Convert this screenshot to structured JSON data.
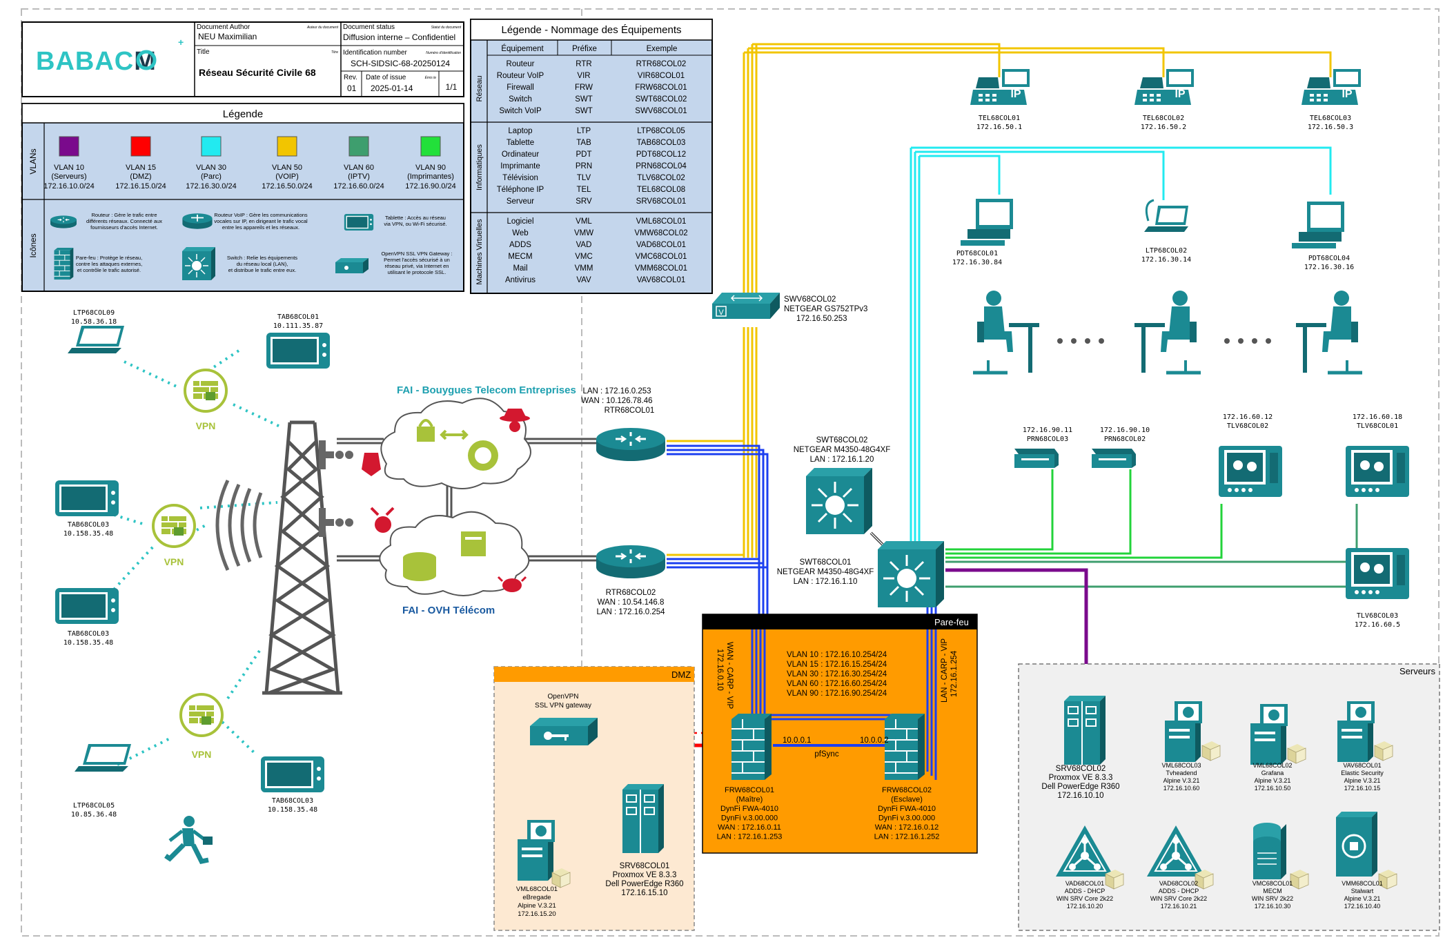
{
  "logo": {
    "text_a": "BABAC",
    "text_b": "M"
  },
  "doc": {
    "author_label": "Document Author",
    "author_label_fr": "Auteur du document",
    "author": "NEU Maximilian",
    "status_label": "Document status",
    "status_label_fr": "Statut du document",
    "status": "Diffusion interne – Confidentiel",
    "title_label": "Title",
    "title_label_fr": "Titre",
    "title": "Réseau Sécurité Civile 68",
    "id_label": "Identification number",
    "id_label_fr": "Numéro d'identification",
    "id": "SCH-SIDSIC-68-20250124",
    "rev_label": "Rev.",
    "rev": "01",
    "date_label": "Date of issue",
    "date_label_fr": "Émis le",
    "date": "2025-01-14",
    "sheet": "1/1"
  },
  "legend": {
    "title": "Légende",
    "vlans_label": "VLANs",
    "icons_label": "Icônes",
    "vlans": [
      {
        "l1": "VLAN 10",
        "l2": "(Serveurs)",
        "l3": "172.16.10.0/24",
        "color": "#7a0a8c"
      },
      {
        "l1": "VLAN 15",
        "l2": "(DMZ)",
        "l3": "172.16.15.0/24",
        "color": "#ff0000"
      },
      {
        "l1": "VLAN 30",
        "l2": "(Parc)",
        "l3": "172.16.30.0/24",
        "color": "#22eaf0"
      },
      {
        "l1": "VLAN 50",
        "l2": "(VOIP)",
        "l3": "172.16.50.0/24",
        "color": "#f2c500"
      },
      {
        "l1": "VLAN 60",
        "l2": "(IPTV)",
        "l3": "172.16.60.0/24",
        "color": "#3e9e6e"
      },
      {
        "l1": "VLAN 90",
        "l2": "(Imprimantes)",
        "l3": "172.16.90.0/24",
        "color": "#22e03a"
      }
    ],
    "icons": [
      {
        "lines": [
          "Routeur : Gère le trafic entre",
          "différents réseaux. Connecté aux",
          "fournisseurs d'accès Internet."
        ]
      },
      {
        "lines": [
          "Routeur VoIP : Gère les communications",
          "vocales sur IP, en dirigeant le trafic vocal",
          "entre les appareils et les réseaux."
        ]
      },
      {
        "lines": [
          "Tablette : Accès au réseau",
          "via VPN, ou Wi-Fi sécurisé."
        ]
      },
      {
        "lines": [
          "Pare-feu : Protège le réseau,",
          "contre les attaques externes,",
          "et contrôle le trafic autorisé."
        ]
      },
      {
        "lines": [
          "Switch : Relie les équipements",
          "du réseau local (LAN),",
          "et distribue le trafic entre eux."
        ]
      },
      {
        "lines": [
          "OpenVPN SSL VPN Gateway :",
          "Permet l'accès sécurisé à un",
          "réseau privé, via Internet en",
          "utilisant le protocole SSL."
        ]
      }
    ]
  },
  "naming": {
    "title": "Légende - Nommage des Équipements",
    "headers": [
      "Équipement",
      "Préfixe",
      "Exemple"
    ],
    "groups": [
      {
        "label": "Réseau",
        "rows": [
          [
            "Routeur",
            "RTR",
            "RTR68COL02"
          ],
          [
            "Routeur VoIP",
            "VIR",
            "VIR68COL01"
          ],
          [
            "Firewall",
            "FRW",
            "FRW68COL01"
          ],
          [
            "Switch",
            "SWT",
            "SWT68COL02"
          ],
          [
            "Switch VoIP",
            "SWT",
            "SWV68COL01"
          ]
        ]
      },
      {
        "label": "Informatiques",
        "rows": [
          [
            "Laptop",
            "LTP",
            "LTP68COL05"
          ],
          [
            "Tablette",
            "TAB",
            "TAB68COL03"
          ],
          [
            "Ordinateur",
            "PDT",
            "PDT68COL12"
          ],
          [
            "Imprimante",
            "PRN",
            "PRN68COL04"
          ],
          [
            "Télévision",
            "TLV",
            "TLV68COL02"
          ],
          [
            "Téléphone IP",
            "TEL",
            "TEL68COL08"
          ],
          [
            "Serveur",
            "SRV",
            "SRV68COL01"
          ]
        ]
      },
      {
        "label": "Machines Virtuelles",
        "rows": [
          [
            "Logiciel",
            "VML",
            "VML68COL01"
          ],
          [
            "Web",
            "VMW",
            "VMW68COL02"
          ],
          [
            "ADDS",
            "VAD",
            "VAD68COL01"
          ],
          [
            "MECM",
            "VMC",
            "VMC68COL01"
          ],
          [
            "Mail",
            "VMM",
            "VMM68COL01"
          ],
          [
            "Antivirus",
            "VAV",
            "VAV68COL01"
          ]
        ]
      }
    ]
  },
  "remote": {
    "vpn": "VPN",
    "ltp09": [
      "LTP68COL09",
      "10.58.36.18"
    ],
    "tab01": [
      "TAB68COL01",
      "10.111.35.87"
    ],
    "tab03a": [
      "TAB68COL03",
      "10.158.35.48"
    ],
    "tab03b": [
      "TAB68COL03",
      "10.158.35.48"
    ],
    "ltp05": [
      "LTP68COL05",
      "10.85.36.48"
    ],
    "tab03c": [
      "TAB68COL03",
      "10.158.35.48"
    ]
  },
  "isp": {
    "bouygues": "FAI - Bouygues Telecom Entreprises",
    "ovh": "FAI - OVH Télécom"
  },
  "routers": {
    "r1": [
      "LAN :  172.16.0.253",
      "WAN : 10.126.78.46",
      "RTR68COL01"
    ],
    "r2": [
      "RTR68COL02",
      "WAN : 10.54.146.8",
      "LAN : 172.16.0.254"
    ]
  },
  "switches": {
    "swv": [
      "SWV68COL02",
      "NETGEAR GS752TPv3",
      "172.16.50.253"
    ],
    "swt2": [
      "SWT68COL02",
      "NETGEAR M4350-48G4XF",
      "LAN : 172.16.1.20"
    ],
    "swt1": [
      "SWT68COL01",
      "NETGEAR M4350-48G4XF",
      "LAN : 172.16.1.10"
    ]
  },
  "phones": [
    [
      "TEL68COL01",
      "172.16.50.1"
    ],
    [
      "TEL68COL02",
      "172.16.50.2"
    ],
    [
      "TEL68COL03",
      "172.16.50.3"
    ]
  ],
  "ip_label": "IP",
  "pcs": [
    [
      "PDT68COL01",
      "172.16.30.84"
    ],
    [
      "LTP68COL02",
      "172.16.30.14"
    ],
    [
      "PDT68COL04",
      "172.16.30.16"
    ]
  ],
  "printers": [
    [
      "172.16.90.11",
      "PRN68COL03"
    ],
    [
      "172.16.90.10",
      "PRN68COL02"
    ]
  ],
  "tvs": {
    "tv2": [
      "172.16.60.12",
      "TLV68COL02"
    ],
    "tv1": [
      "172.16.60.18",
      "TLV68COL01"
    ],
    "tv3": [
      "TLV68COL03",
      "172.16.60.5"
    ]
  },
  "firewall": {
    "title": "Pare-feu",
    "vlans": [
      "VLAN 10 : 172.16.10.254/24",
      "VLAN 15 : 172.16.15.254/24",
      "VLAN 30 : 172.16.30.254/24",
      "VLAN 60 : 172.16.60.254/24",
      "VLAN 90 : 172.16.90.254/24"
    ],
    "wan_vip": [
      "WAN - CARP - VIP",
      "172.16.0.10"
    ],
    "lan_vip": [
      "LAN - CARP - VIP",
      "172.16.1.254"
    ],
    "sync_a": "10.0.0.1",
    "sync_b": "10.0.0.2",
    "pfsync": "pfSync",
    "fw1": [
      "FRW68COL01",
      "(Maître)",
      "DynFi FWA-4010",
      "DynFi v.3.00.000",
      "WAN : 172.16.0.11",
      "LAN : 172.16.1.253"
    ],
    "fw2": [
      "FRW68COL02",
      "(Esclave)",
      "DynFi FWA-4010",
      "DynFi v.3.00.000",
      "WAN : 172.16.0.12",
      "LAN : 172.16.1.252"
    ]
  },
  "dmz": {
    "title": "DMZ",
    "vpn_gw": [
      "OpenVPN",
      "SSL VPN gateway"
    ],
    "srv": [
      "SRV68COL01",
      "Proxmox VE 8.3.3",
      "Dell PowerEdge R360",
      "172.16.15.10"
    ],
    "vml": [
      "VML68COL01",
      "eBregade",
      "Alpine V.3.21",
      "172.16.15.20"
    ]
  },
  "servers": {
    "title": "Serveurs",
    "srv": [
      "SRV68COL02",
      "Proxmox VE 8.3.3",
      "Dell PowerEdge R360",
      "172.16.10.10"
    ],
    "vms": [
      [
        "VML68COL03",
        "Tvheadend",
        "Alpine V.3.21",
        "172.16.10.60"
      ],
      [
        "VML68COL02",
        "Grafana",
        "Alpine V.3.21",
        "172.16.10.50"
      ],
      [
        "VAV68COL01",
        "Elastic Security",
        "Alpine V.3.21",
        "172.16.10.15"
      ],
      [
        "VAD68COL01",
        "ADDS - DHCP",
        "WIN SRV Core 2k22",
        "172.16.10.20"
      ],
      [
        "VAD68COL02",
        "ADDS - DHCP",
        "WIN SRV Core 2k22",
        "172.16.10.21"
      ],
      [
        "VMC68COL01",
        "MECM",
        "WIN SRV 2k22",
        "172.16.10.30"
      ],
      [
        "VMM68COL01",
        "Stalwart",
        "Alpine V.3.21",
        "172.16.10.40"
      ]
    ]
  },
  "colors": {
    "teal": "#1b8a93",
    "orange": "#ff9b00",
    "dmz_fill": "#fde9d2",
    "legend_fill": "#c4d6ec",
    "yellow": "#f2c500",
    "cyan": "#22eaf0",
    "green": "#22d33a",
    "iptv": "#3e9e6e",
    "purple": "#7a0a8c",
    "blue": "#1c3ff0",
    "red": "#ff0000",
    "vpn": "#a8c23a"
  }
}
